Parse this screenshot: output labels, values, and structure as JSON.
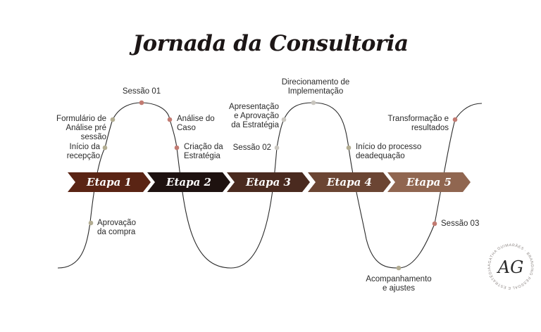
{
  "title": "Jornada da Consultoria",
  "stages": [
    "Etapa 1",
    "Etapa 2",
    "Etapa 3",
    "Etapa 4",
    "Etapa 5"
  ],
  "stage_colors": [
    "#5a2414",
    "#1e1210",
    "#4a2a1f",
    "#6b4533",
    "#906650"
  ],
  "line_color": "#2a2a2a",
  "dot_colors": {
    "sage": "#b3ad92",
    "rose": "#c27b72",
    "grey": "#c9c6bf"
  },
  "labels": {
    "inicio_recepcao": [
      "Início da",
      "recepção"
    ],
    "formulario": [
      "Formulário de",
      "Análise pré",
      "sessão"
    ],
    "sessao_01": "Sessão 01",
    "analise_caso": [
      "Análise do",
      "Caso"
    ],
    "criacao_estrategia": [
      "Criação da",
      "Estratégia"
    ],
    "aprovacao_compra": [
      "Aprovação",
      "da compra"
    ],
    "apresentacao": [
      "Apresentação",
      "e Aprovação",
      "da Estratégia"
    ],
    "sessao_02": "Sessão 02",
    "direcionamento": [
      "Direcionamento de",
      "Implementação"
    ],
    "inicio_processo": [
      "Início do processo",
      "deadequação"
    ],
    "acompanhamento": [
      "Acompanhamento",
      "e ajustes"
    ],
    "transformacao": [
      "Transformação e",
      "resultados"
    ],
    "sessao_03": "Sessão 03"
  },
  "logo": {
    "monogram": "AG",
    "ring_text": "AGATHA GUIMARÃES · BRANDING PESSOAL E ESTRATÉGIA DIGITAL ·"
  }
}
